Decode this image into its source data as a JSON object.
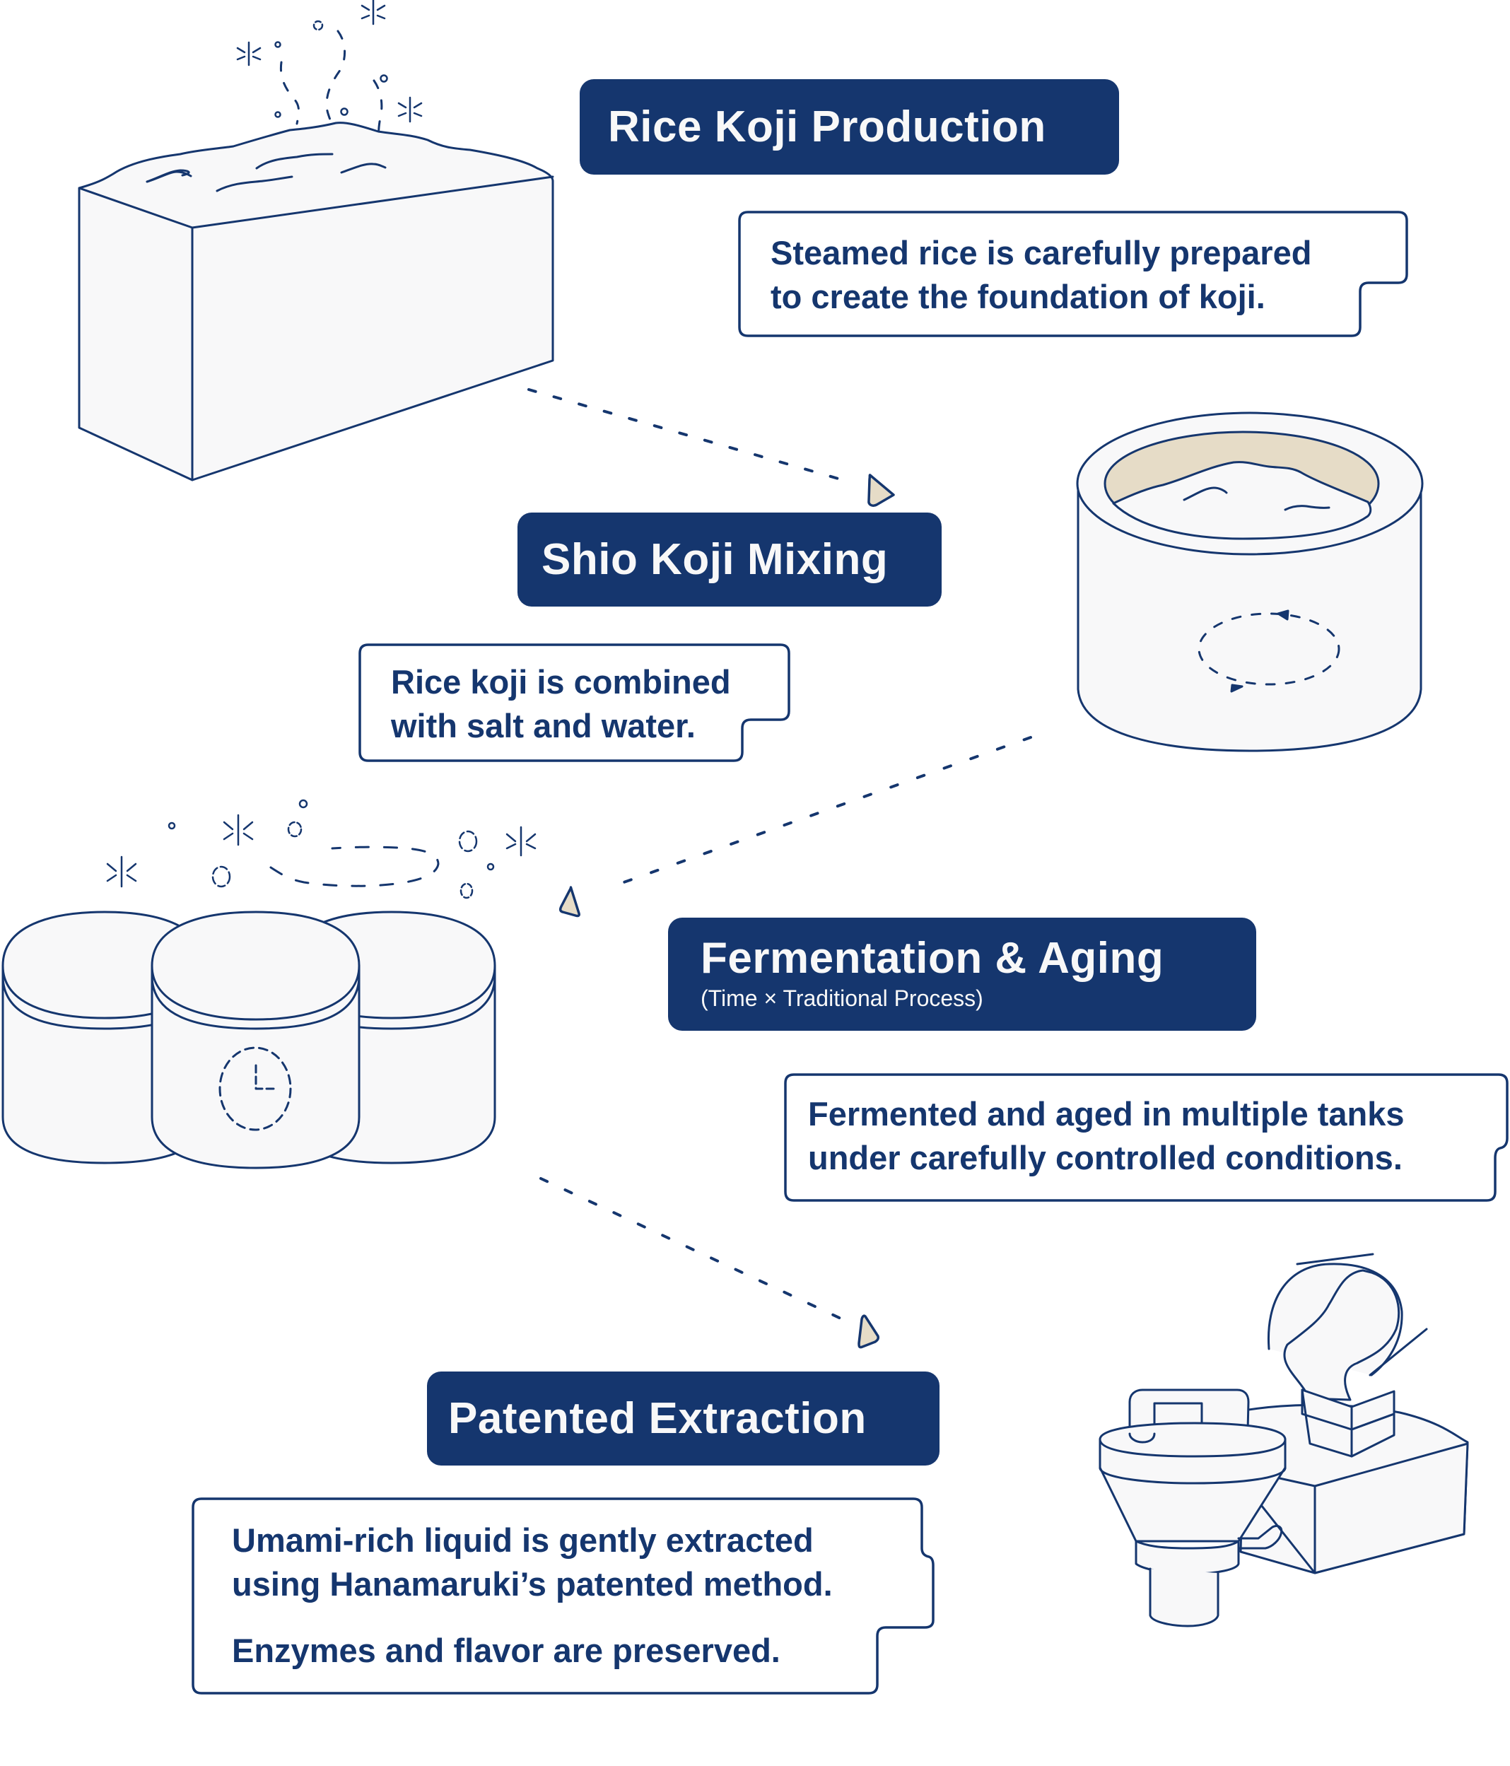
{
  "colors": {
    "navy": "#15366e",
    "fill": "#f8f8f9",
    "beige": "#e6dcc7",
    "white": "#ffffff"
  },
  "steps": [
    {
      "id": "rice-koji-production",
      "title": "Rice Koji Production",
      "description": [
        "Steamed rice is carefully prepared",
        "to create the foundation of koji."
      ],
      "illustration": "rice-bed-box-icon"
    },
    {
      "id": "shio-koji-mixing",
      "title": "Shio Koji Mixing",
      "description": [
        "Rice koji is combined",
        "with salt and water."
      ],
      "illustration": "mixing-tub-icon"
    },
    {
      "id": "fermentation-aging",
      "title": "Fermentation & Aging",
      "subtitle": "(Time × Traditional Process)",
      "description": [
        "Fermented and aged in multiple tanks",
        "under carefully controlled conditions."
      ],
      "illustration": "fermentation-tanks-icon"
    },
    {
      "id": "patented-extraction",
      "title": "Patented Extraction",
      "description": [
        "Umami-rich liquid is gently extracted",
        "using Hanamaruki’s patented method."
      ],
      "description_extra": "Enzymes and flavor are preserved.",
      "illustration": "extraction-machine-icon"
    }
  ],
  "connectors": [
    {
      "from": "rice-koji-production",
      "to": "shio-koji-mixing",
      "style": "dashed-arrow"
    },
    {
      "from": "shio-koji-mixing",
      "to": "fermentation-aging",
      "style": "dashed-arrow"
    },
    {
      "from": "fermentation-aging",
      "to": "patented-extraction",
      "style": "dashed-arrow"
    }
  ]
}
